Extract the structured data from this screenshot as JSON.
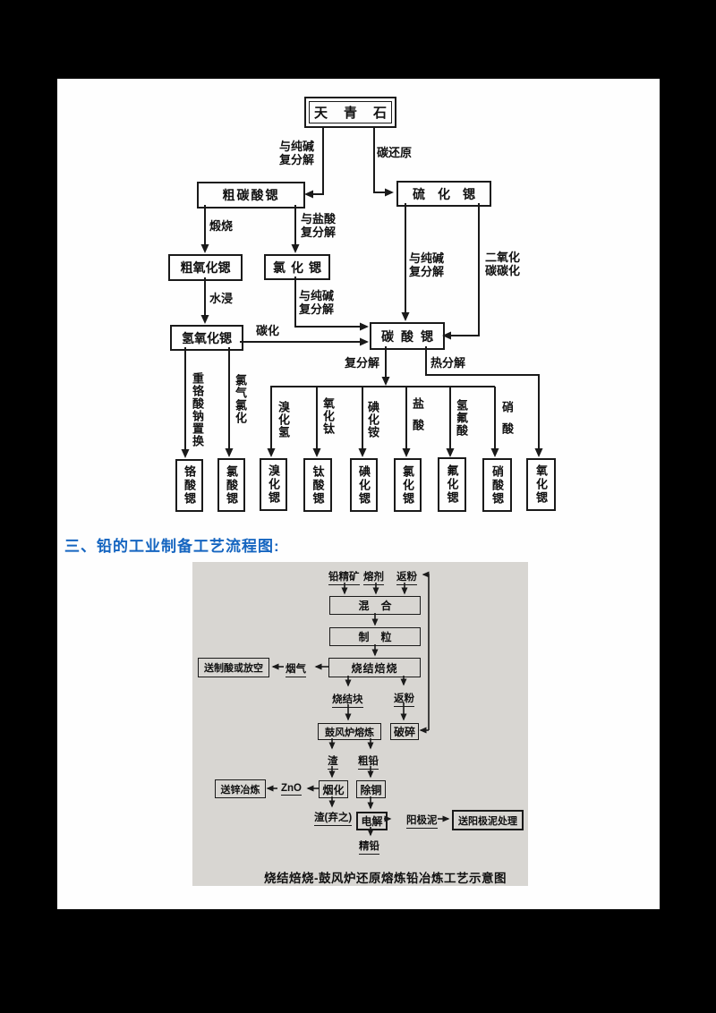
{
  "heading": {
    "text": "三、铅的工业制备工艺流程图:",
    "color": "#1565c0"
  },
  "colors": {
    "frame": "#000000",
    "paper": "#fefefe",
    "panel": "#d8d6d2",
    "line": "#1a1a1a"
  },
  "d1": {
    "nodes": {
      "celestite": "天青石",
      "crude_srco3": "粗碳酸锶",
      "srs": "硫化锶",
      "crude_sro": "粗氧化锶",
      "srcl2": "氯化锶",
      "sroh2": "氢氧化锶",
      "srco3": "碳酸锶",
      "srcro4": "铬酸锶",
      "srclo3": "氯酸锶",
      "srbr2": "溴化锶",
      "srtio3": "钛酸锶",
      "sri2": "碘化锶",
      "srcl2_2": "氯化锶",
      "srf2": "氟化锶",
      "srno3": "硝酸锶",
      "sro": "氧化锶"
    },
    "edge_labels": {
      "soda_metathesis": "与纯碱\n复分解",
      "carbon_reduction": "碳还原",
      "calcination": "煅烧",
      "hcl_metathesis": "与盐酸\n复分解",
      "water_leach": "水浸",
      "carbonation": "碳化",
      "co2_carbonation": "二氧化\n碳碳化",
      "metathesis": "复分解",
      "thermal_decomposition": "热分解",
      "sodium_dichromate": "重铬酸钠置换",
      "chlorine_chlorination": "氯气氯化",
      "hbr": "溴化氢",
      "tio": "氧化钛",
      "nh4i": "碘化铵",
      "hcl": "盐酸",
      "hf": "氢氟酸",
      "hno3": "硝酸"
    }
  },
  "d2": {
    "inputs": {
      "lead_concentrate": "铅精矿",
      "flux": "熔剂",
      "return_fines": "返粉"
    },
    "nodes": {
      "mixing": "混合",
      "granulation": "制粒",
      "sinter_roast": "烧结焙烧",
      "to_acid_or_vent": "送制酸或放空",
      "blast_furnace": "鼓风炉熔炼",
      "crushing": "破碎",
      "fuming": "烟化",
      "copper_removal": "除铜",
      "to_zinc": "送锌冶炼",
      "electrolysis": "电解",
      "anode_slime_treatment": "送阳极泥处理"
    },
    "labels": {
      "flue_gas": "烟气",
      "sinter_block": "烧结块",
      "return_fines2": "返粉",
      "slag": "渣",
      "crude_lead": "粗铅",
      "zno": "ZnO",
      "slag_discard": "渣(弃之)",
      "anode_slime": "阳极泥",
      "refined_lead": "精铅"
    },
    "caption": "烧结焙烧-鼓风炉还原熔炼铅冶炼工艺示意图"
  }
}
